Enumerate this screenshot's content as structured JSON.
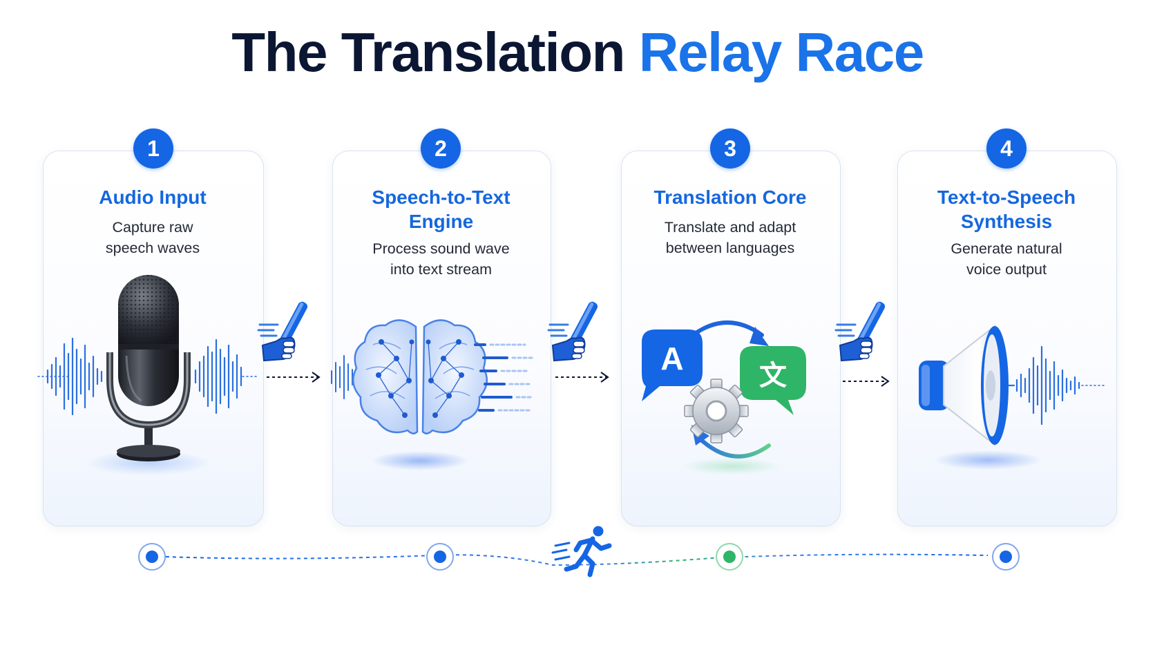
{
  "title": {
    "main": "The Translation",
    "accent": "Relay Race"
  },
  "colors": {
    "accent": "#1466e4",
    "dark": "#0b1633",
    "green": "#2fb567",
    "card_border": "#d9e2ee"
  },
  "steps": [
    {
      "number": "1",
      "title": "Audio Input",
      "description": "Capture raw speech waves",
      "icon": "microphone-icon"
    },
    {
      "number": "2",
      "title": "Speech-to-Text Engine",
      "description": "Process sound wave into text stream",
      "icon": "brain-network-icon"
    },
    {
      "number": "3",
      "title": "Translation Core",
      "description": "Translate and adapt between languages",
      "icon": "language-translate-icon"
    },
    {
      "number": "4",
      "title": "Text-to-Speech Synthesis",
      "description": "Generate natural voice output",
      "icon": "speaker-icon"
    }
  ],
  "translate_icon": {
    "source_glyph": "A",
    "target_glyph": "文"
  },
  "handoff_icons": [
    "relay-baton-icon",
    "relay-baton-icon",
    "relay-baton-icon"
  ],
  "track_icon": "runner-icon"
}
